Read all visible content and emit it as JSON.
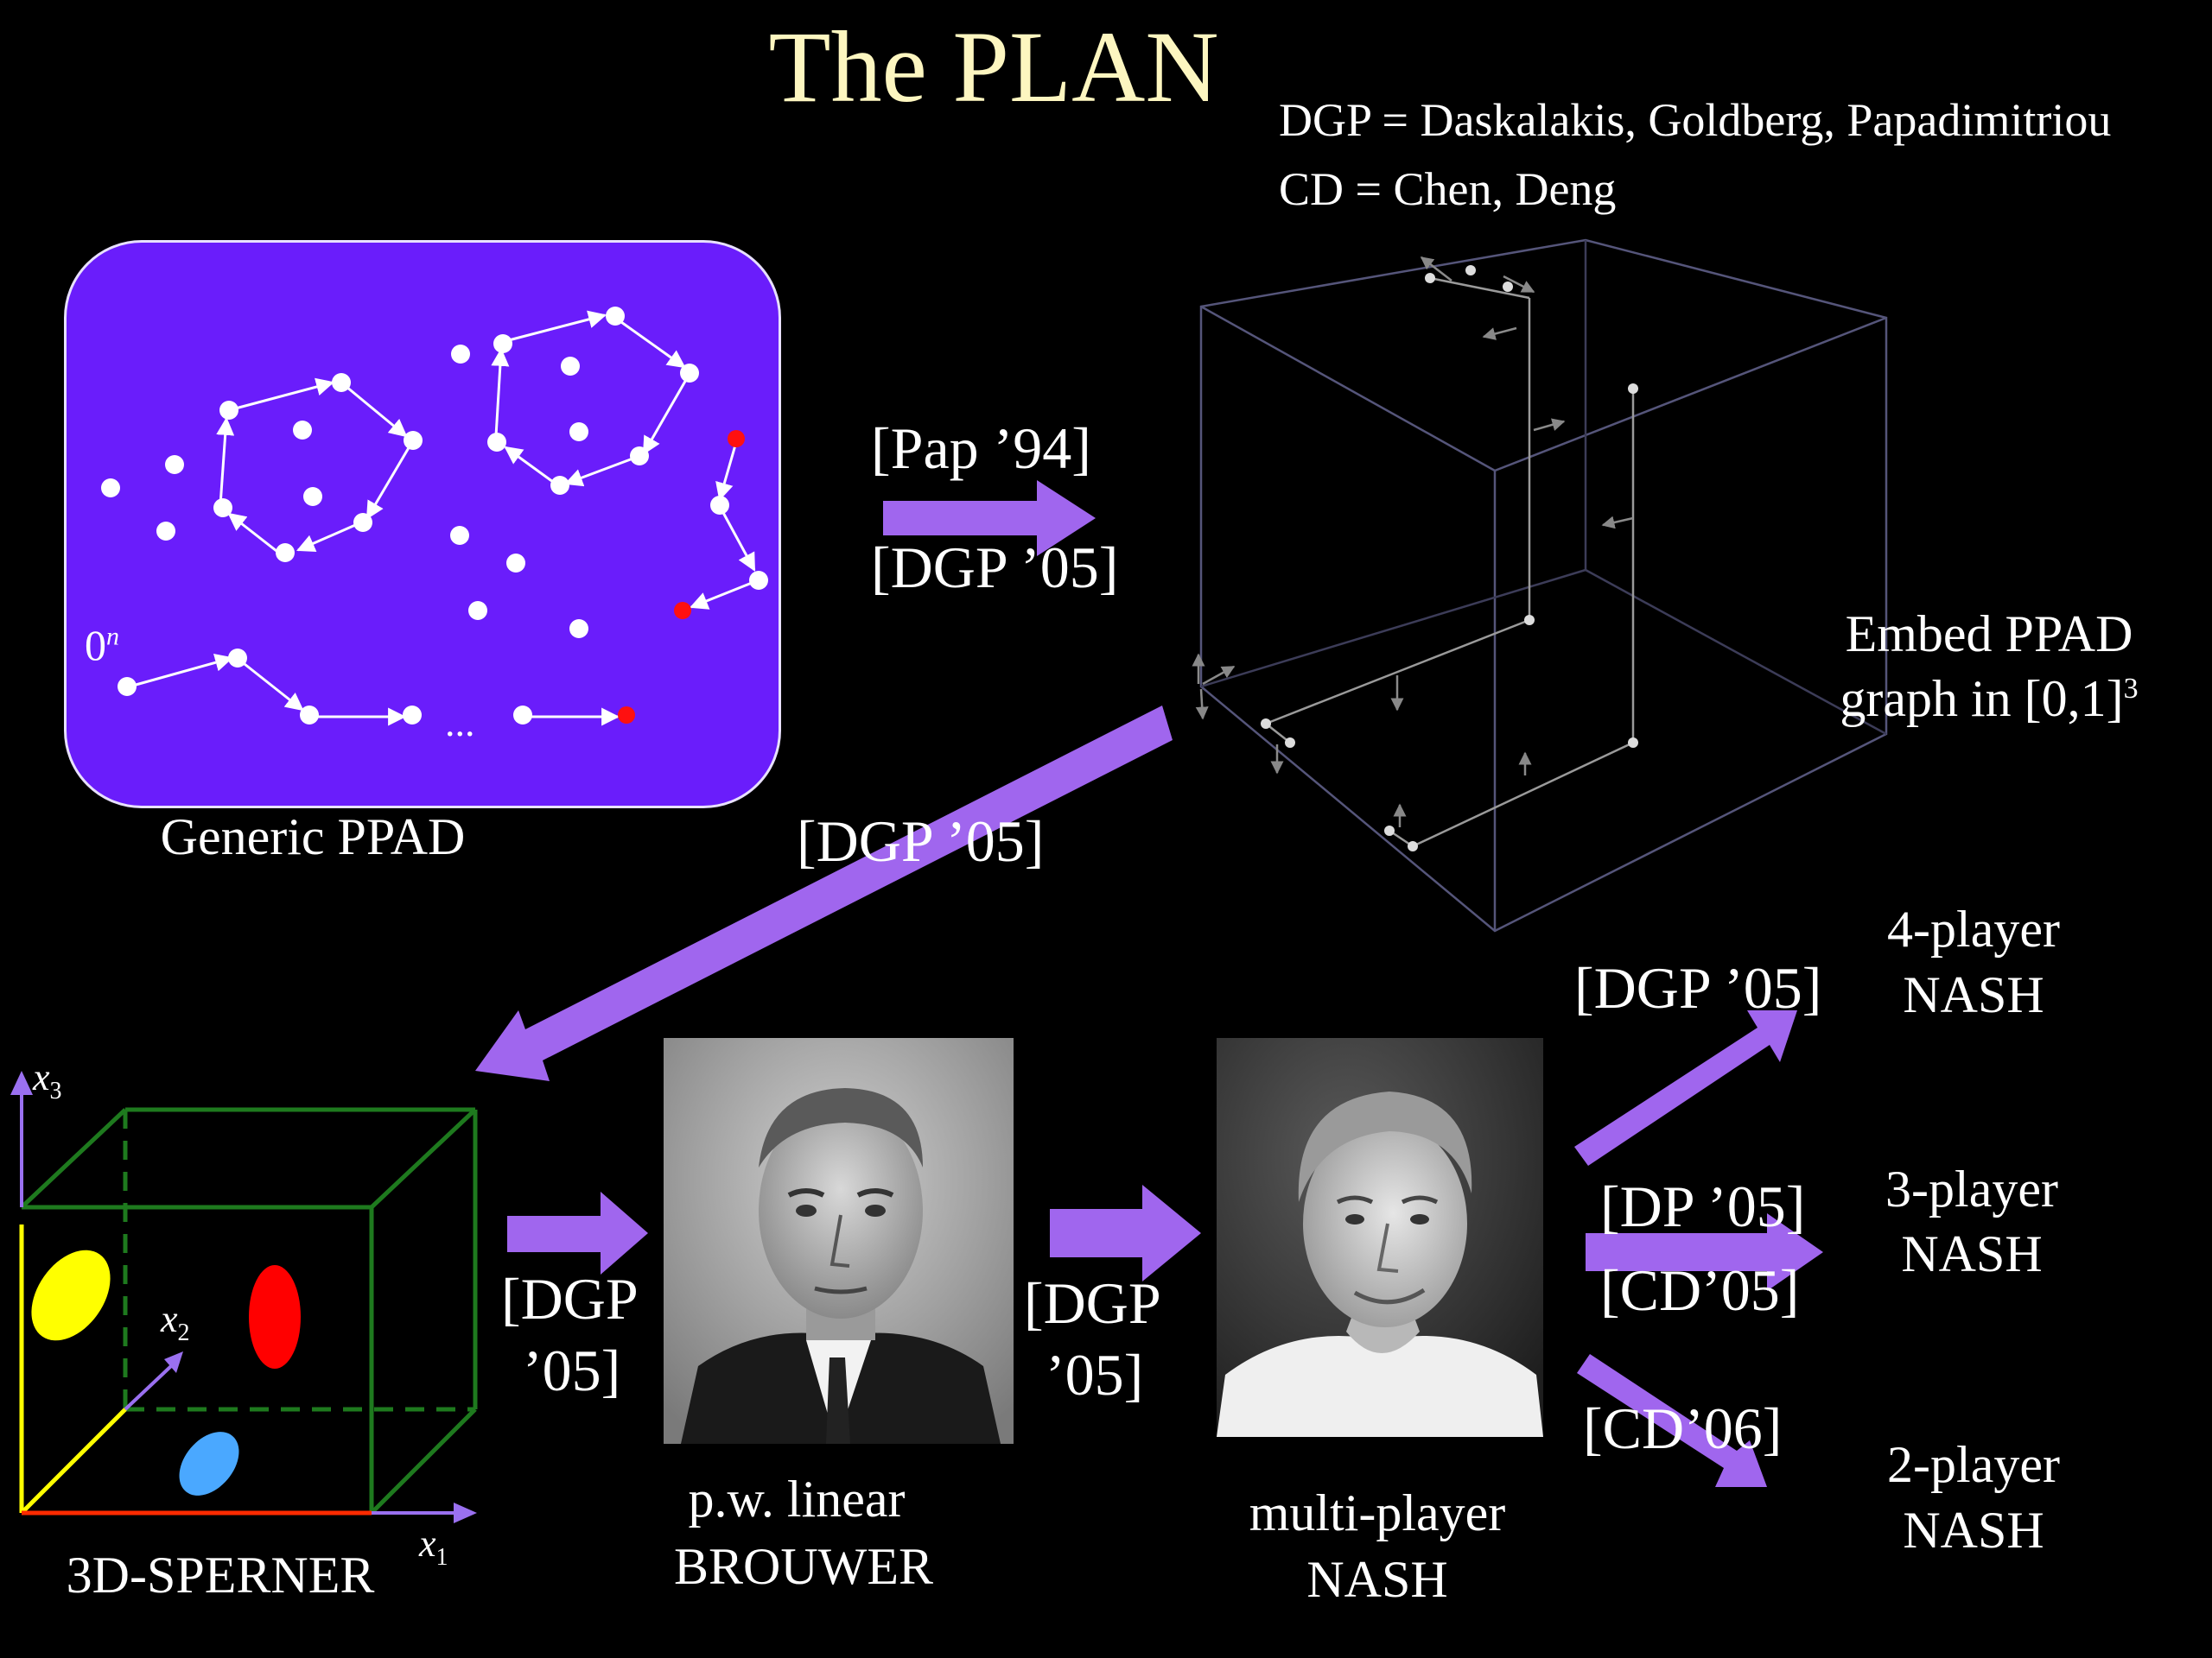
{
  "title": "The PLAN",
  "legend": {
    "line1": "DGP = Daskalakis, Goldberg, Papadimitriou",
    "line2": "CD = Chen, Deng"
  },
  "ppad": {
    "label": "Generic PPAD",
    "zero_label": "0",
    "zero_exp": "n",
    "ellipsis": "..."
  },
  "citations": {
    "pap94": "[Pap ’94]",
    "dgp05_top": "[DGP ’05]",
    "dgp05_diag": "[DGP ’05]",
    "dgp05_sperner_a": "[DGP",
    "dgp05_sperner_b": "’05]",
    "dgp05_brouwer_a": "[DGP",
    "dgp05_brouwer_b": "’05]",
    "dgp05_4p": "[DGP ’05]",
    "dp05": "[DP ’05]",
    "cd05": "[CD’05]",
    "cd06": "[CD’06]"
  },
  "embed": {
    "line1": "Embed PPAD",
    "line2": "graph in [0,1]",
    "sup": "3"
  },
  "sperner": {
    "label": "3D-SPERNER",
    "x1": "x",
    "x1_sub": "1",
    "x2": "x",
    "x2_sub": "2",
    "x3": "x",
    "x3_sub": "3"
  },
  "brouwer": {
    "line1": "p.w. linear",
    "line2": "BROUWER"
  },
  "nash_multi": {
    "line1": "multi-player",
    "line2": "NASH"
  },
  "nash4": {
    "line1": "4-player",
    "line2": "NASH"
  },
  "nash3": {
    "line1": "3-player",
    "line2": "NASH"
  },
  "nash2": {
    "line1": "2-player",
    "line2": "NASH"
  },
  "colors": {
    "arrow": "#a066ee",
    "ppad_bg": "#6a1dfb",
    "title": "#fdf6c0",
    "cube_green": "#1e7a1e",
    "yellow": "#ffff00",
    "red": "#ff0000",
    "blue": "#4aa8ff"
  }
}
